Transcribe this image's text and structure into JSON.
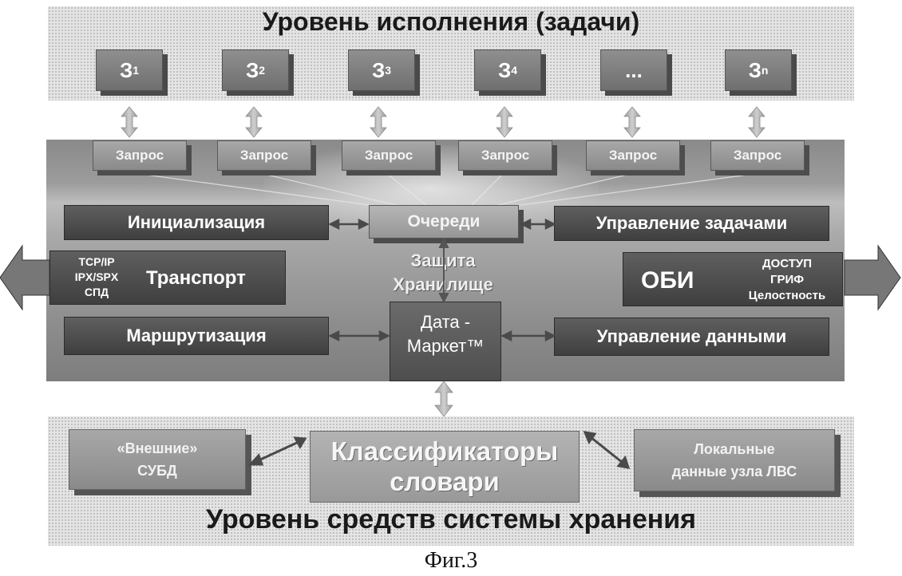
{
  "top_level": {
    "title": "Уровень исполнения (задачи)"
  },
  "tasks": [
    {
      "letter": "З",
      "index": "1"
    },
    {
      "letter": "З",
      "index": "2"
    },
    {
      "letter": "З",
      "index": "3"
    },
    {
      "letter": "З",
      "index": "4"
    },
    {
      "letter": "...",
      "index": ""
    },
    {
      "letter": "З",
      "index": "n"
    }
  ],
  "requests": [
    "Запрос",
    "Запрос",
    "Запрос",
    "Запрос",
    "Запрос",
    "Запрос"
  ],
  "modules": {
    "init": "Инициализация",
    "queue": "Очереди",
    "task_mgmt": "Управление задачами",
    "transport": {
      "label": "Транспорт",
      "protocols": [
        "TCP/IP",
        "IPX/SPX",
        "СПД"
      ]
    },
    "protection": [
      "Защита",
      "Хранилище"
    ],
    "obi": {
      "label": "ОБИ",
      "items": [
        "ДОСТУП",
        "ГРИФ",
        "Целостность"
      ]
    },
    "routing": "Маршрутизация",
    "data_market": [
      "Дата -",
      "Маркет™"
    ],
    "data_mgmt": "Управление данными"
  },
  "storage": {
    "external_db": [
      "«Внешние»",
      "СУБД"
    ],
    "classifiers": [
      "Классификаторы",
      "словари"
    ],
    "local_data": [
      "Локальные",
      "данные узла ЛВС"
    ],
    "title": "Уровень средств системы хранения"
  },
  "caption": "Фиг.3"
}
